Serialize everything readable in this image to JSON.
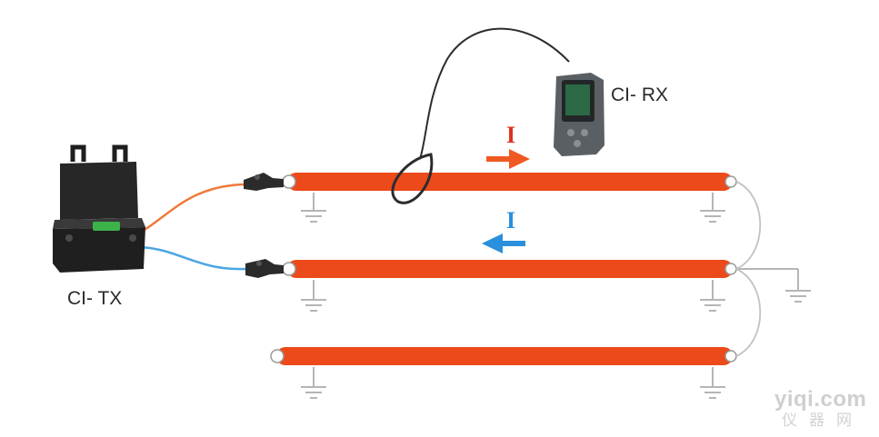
{
  "devices": {
    "transmitter": {
      "label": "CI- TX"
    },
    "receiver": {
      "label": "CI- RX"
    }
  },
  "currents": {
    "forward": {
      "symbol": "I",
      "direction": "right",
      "color": "#e0301e"
    },
    "return": {
      "symbol": "I",
      "direction": "left",
      "color": "#2a8fdc"
    }
  },
  "cables": {
    "color": "#ec4a1a",
    "count": 3
  },
  "leads": {
    "tx_to_upper": "#f07a3a",
    "tx_to_middle": "#4ca6e2"
  },
  "watermark": {
    "line1": "yiqi.com",
    "line2": "仪器网"
  }
}
